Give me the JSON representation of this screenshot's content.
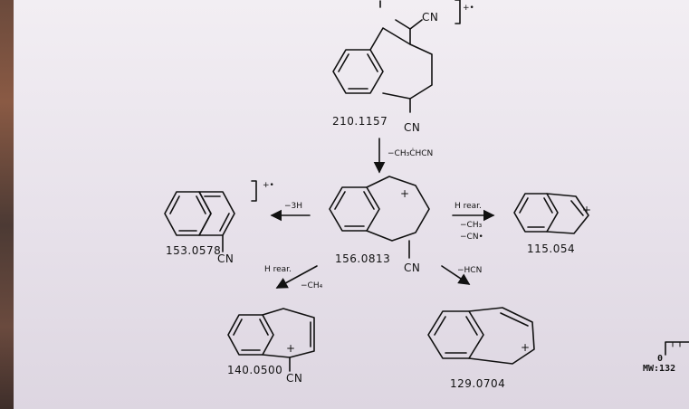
{
  "colors": {
    "paper": "#ece7ee",
    "ink": "#111111"
  },
  "top": {
    "mass": "210.1157",
    "cn_side": "CN",
    "cn_bottom": "CN",
    "charge": "+•"
  },
  "arrow_down": {
    "label": "−CH₃ĊHCN"
  },
  "center": {
    "mass": "156.0813",
    "cn": "CN",
    "charge": "+"
  },
  "left": {
    "mass": "153.0578",
    "cn": "CN",
    "charge": "+•",
    "arrow_label": "−3H"
  },
  "right": {
    "mass": "115.054",
    "charge": "+",
    "arrow_top": "H rear.",
    "arrow_l1": "−CH₃",
    "arrow_l2": "−CN•"
  },
  "bottom_left": {
    "mass": "140.0500",
    "cn": "CN",
    "charge": "+",
    "arrow_top": "H rear.",
    "arrow_bottom": "−CH₄"
  },
  "bottom_right": {
    "mass": "129.0704",
    "charge": "+",
    "arrow_label": "−HCN"
  },
  "corner": {
    "zero": "0",
    "mw": "MW:132"
  }
}
